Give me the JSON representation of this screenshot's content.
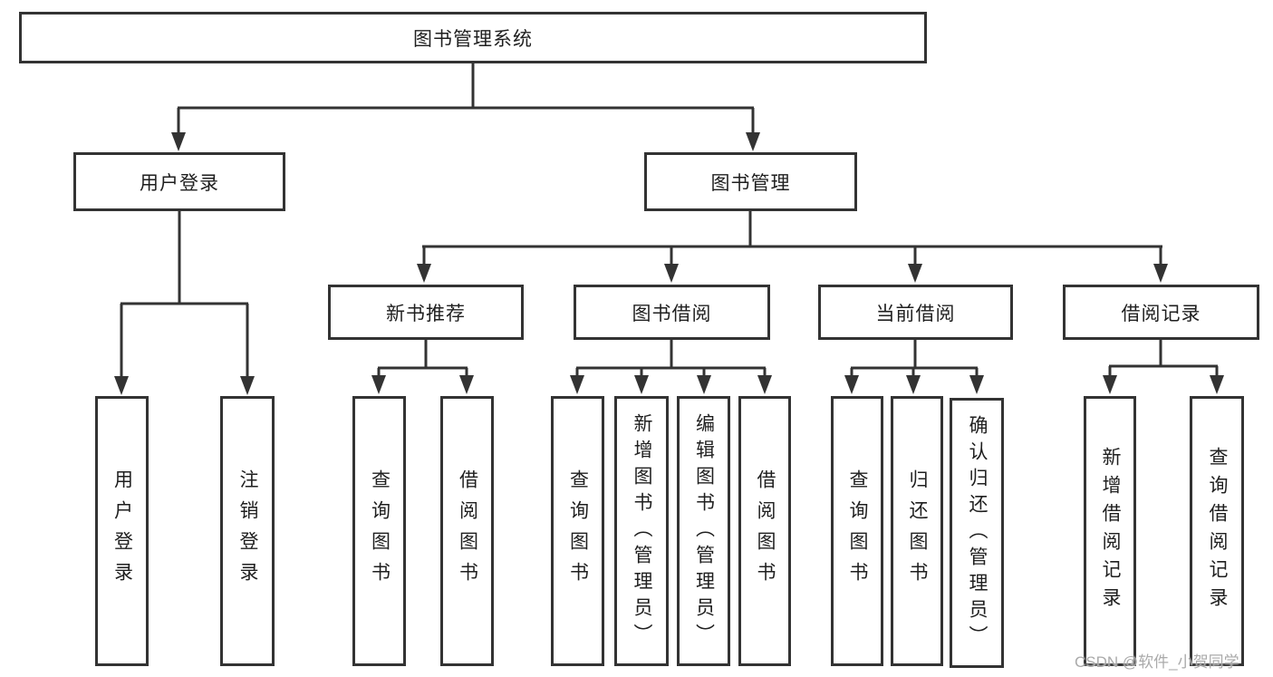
{
  "diagram": {
    "type": "hierarchy-tree",
    "title": "图书管理系统",
    "watermark": "CSDN @软件_小贺同学",
    "colors": {
      "line": "#333333",
      "box_border": "#333333",
      "text": "#1f1f1f",
      "watermark": "#a5a5a5",
      "background": "#ffffff"
    },
    "nodes": {
      "root": "图书管理系统",
      "user_login": "用户登录",
      "book_mgmt": "图书管理",
      "new_book_rec": "新书推荐",
      "book_borrow": "图书借阅",
      "current_borrow": "当前借阅",
      "borrow_records": "借阅记录",
      "ul_user_login": "用户登录",
      "ul_logout": "注销登录",
      "nbr_query_book": "查询图书",
      "nbr_borrow_book": "借阅图书",
      "bb_query_book": "查询图书",
      "bb_add_book": "新增图书（管理员）",
      "bb_edit_book": "编辑图书（管理员）",
      "bb_borrow_book": "借阅图书",
      "cb_query_book": "查询图书",
      "cb_return_book": "归还图书",
      "cb_confirm_return": "确认归还（管理员）",
      "br_add_record": "新增借阅记录",
      "br_query_record": "查询借阅记录"
    },
    "structure": {
      "图书管理系统": {
        "用户登录": [
          "用户登录",
          "注销登录"
        ],
        "图书管理": {
          "新书推荐": [
            "查询图书",
            "借阅图书"
          ],
          "图书借阅": [
            "查询图书",
            "新增图书（管理员）",
            "编辑图书（管理员）",
            "借阅图书"
          ],
          "当前借阅": [
            "查询图书",
            "归还图书",
            "确认归还（管理员）"
          ],
          "借阅记录": [
            "新增借阅记录",
            "查询借阅记录"
          ]
        }
      }
    }
  }
}
